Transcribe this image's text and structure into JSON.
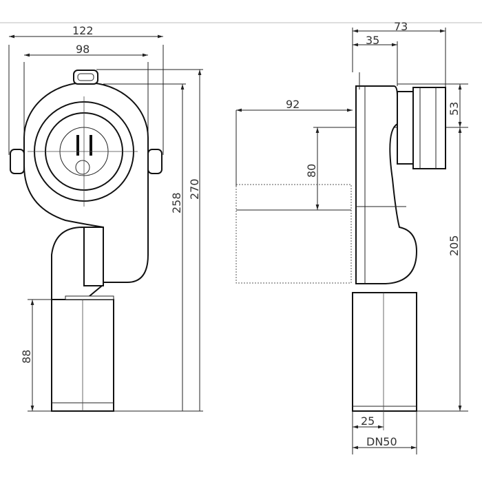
{
  "front_view": {
    "width_overall": "122",
    "width_body": "98",
    "height_overall": "270",
    "height_body": "258",
    "outlet_height": "88"
  },
  "side_view": {
    "depth_overall": "73",
    "depth_body": "35",
    "wall_distance": "92",
    "inlet_offset": "80",
    "outlet_center": "53",
    "height": "205",
    "pipe_axis": "25",
    "pipe_size": "DN50"
  }
}
